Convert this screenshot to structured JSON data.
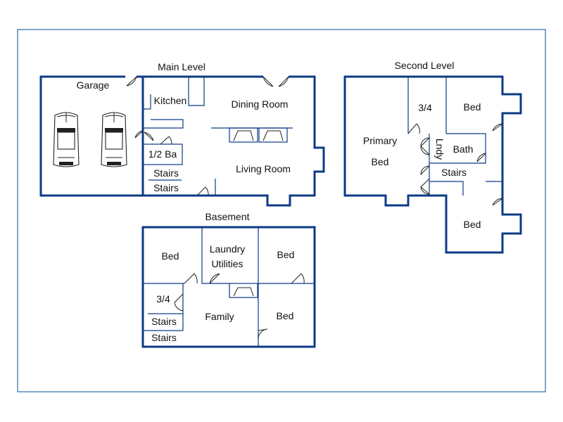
{
  "levels": {
    "main": "Main Level",
    "second": "Second Level",
    "basement": "Basement"
  },
  "rooms": {
    "garage": "Garage",
    "kitchen": "Kitchen",
    "dining_room": "Dining Room",
    "half_bath": "1/2 Ba",
    "stairs": "Stairs",
    "living_room": "Living Room",
    "primary": "Primary",
    "bed": "Bed",
    "three_quarter": "3/4",
    "laundry_short": "Lndy",
    "bath": "Bath",
    "laundry": "Laundry",
    "utilities": "Utilities",
    "family": "Family"
  },
  "colors": {
    "wall": "#0c3a86",
    "border": "#2b6ca3"
  }
}
